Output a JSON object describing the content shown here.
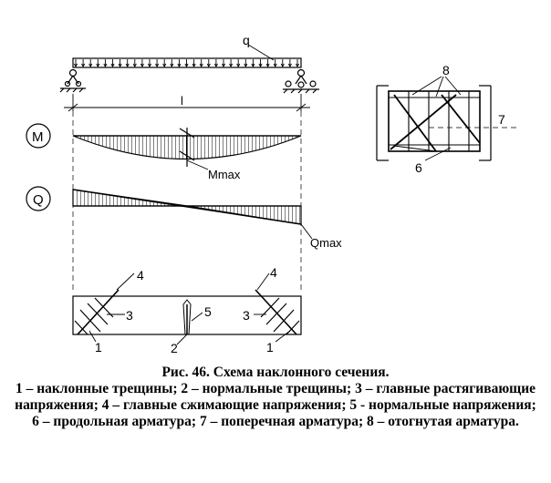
{
  "diagram": {
    "labels": {
      "q": "q",
      "l": "l",
      "M": "M",
      "Q": "Q",
      "mmax": "Mmax",
      "qmax": "Qmax",
      "n1a": "1",
      "n1b": "1",
      "n2": "2",
      "n3a": "3",
      "n3b": "3",
      "n4a": "4",
      "n4b": "4",
      "n5": "5",
      "n6": "6",
      "n7": "7",
      "n8": "8"
    }
  },
  "caption": {
    "title": "Рис. 46. Схема наклонного сечения.",
    "legend": "1 – наклонные трещины; 2 – нормальные трещины; 3 – главные растягивающие напряжения; 4 – главные сжимающие напряжения; 5 - нормальные напряжения; 6 – продольная арматура; 7 – поперечная арматура; 8 – отогнутая арматура."
  }
}
